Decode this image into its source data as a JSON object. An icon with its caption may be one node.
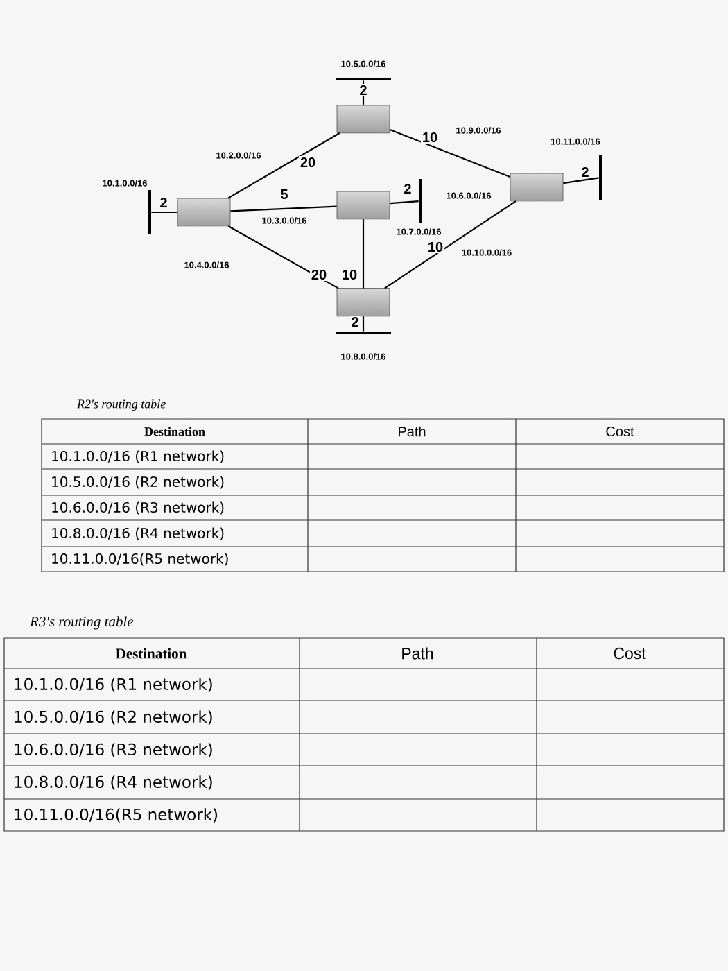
{
  "diagram": {
    "nodes": [
      {
        "text": [],
        "shape": "cylinder"
      },
      {
        "text": [],
        "shape": "cylinder"
      },
      {
        "text": [],
        "shape": "cylinder"
      },
      {
        "text": [],
        "shape": "cylinder"
      },
      {
        "text": [],
        "shape": "cylinder"
      },
      {
        "text": [],
        "shape": "bar",
        "beside": [
          "10.5.0.0/16"
        ]
      },
      {
        "text": [],
        "shape": "bar",
        "beside": [
          "10.1.0.0/16"
        ]
      },
      {
        "text": [],
        "shape": "bar",
        "beside": [
          "10.6.0.0/16"
        ]
      },
      {
        "text": [],
        "shape": "bar",
        "beside": [
          "10.11.0.0/16"
        ]
      },
      {
        "text": [],
        "shape": "bar",
        "beside": [
          "10.8.0.0/16"
        ]
      }
    ],
    "edges": [
      {
        "from": 1,
        "to": 0,
        "arrow": "none",
        "label": "20"
      },
      {
        "from": 1,
        "to": 2,
        "arrow": "none",
        "label": "5"
      },
      {
        "from": 1,
        "to": 3,
        "arrow": "none",
        "label": "20"
      },
      {
        "from": 0,
        "to": 4,
        "arrow": "none",
        "label": "10"
      },
      {
        "from": 2,
        "to": 3,
        "arrow": "none",
        "label": "10"
      },
      {
        "from": 3,
        "to": 4,
        "arrow": "none",
        "label": "10"
      },
      {
        "from": 0,
        "to": 5,
        "arrow": "none",
        "label": "2"
      },
      {
        "from": 1,
        "to": 6,
        "arrow": "none",
        "label": "2"
      },
      {
        "from": 2,
        "to": 7,
        "arrow": "none",
        "label": "2"
      },
      {
        "from": 4,
        "to": 8,
        "arrow": "none",
        "label": "2"
      },
      {
        "from": 3,
        "to": 9,
        "arrow": "none",
        "label": "2"
      }
    ],
    "labels": [
      "10.2.0.0/16",
      "10.9.0.0/16",
      "10.3.0.0/16",
      "10.7.0.0/16",
      "10.4.0.0/16",
      "10.10.0.0/16",
      "R2's routing table",
      "Destination",
      "Path",
      "Cost",
      "10.1.0.0/16 (R1 network)",
      "10.5.0.0/16 (R2 network)",
      "10.6.0.0/16 (R3 network)",
      "10.8.0.0/16 (R4 network)",
      "10.11.0.0/16(R5 network)",
      "R3's routing table",
      "Destination",
      "Path",
      "Cost",
      "10.1.0.0/16 (R1 network)",
      "10.5.0.0/16 (R2 network)",
      "10.6.0.0/16 (R3 network)",
      "10.8.0.0/16 (R4 network)",
      "10.11.0.0/16(R5 network)"
    ]
  }
}
